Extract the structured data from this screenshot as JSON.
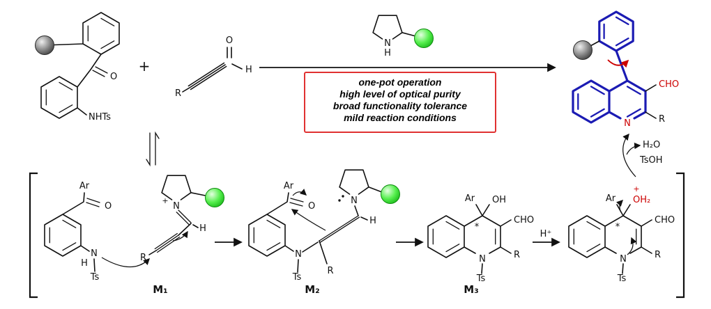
{
  "scheme": {
    "plus": "+",
    "reagent1": {
      "o": "O",
      "nhts": "NHTs"
    },
    "ynal": {
      "o": "O",
      "h": "H",
      "r": "R"
    },
    "catalyst": {
      "n": "N",
      "h": "H"
    },
    "conditions": [
      "one-pot operation",
      "high level of optical purity",
      "broad functionality tolerance",
      "mild reaction conditions"
    ],
    "product": {
      "cho": "CHO",
      "r": "R",
      "n": "N"
    },
    "elimination": {
      "h2o": "H₂O",
      "tsoh": "TsOH"
    }
  },
  "mechanism": {
    "m1": {
      "ar": "Ar",
      "o": "O",
      "n": "N",
      "h": "H",
      "ts": "Ts",
      "n_pyr": "N",
      "plus": "+",
      "h_vinyl": "H",
      "r": "R",
      "label": "M₁"
    },
    "m2": {
      "ar": "Ar",
      "o": "O",
      "n": "N",
      "ts": "Ts",
      "r": "R",
      "h_vinyl": "H",
      "n_pyr": "N",
      "label": "M₂"
    },
    "m3": {
      "ar": "Ar",
      "oh": "OH",
      "star": "*",
      "cho": "CHO",
      "n": "N",
      "ts": "Ts",
      "r": "R",
      "label": "M₃"
    },
    "h_plus": "H⁺",
    "m4": {
      "ar": "Ar",
      "oh2": "OH₂",
      "plus": "+",
      "star": "*",
      "cho": "CHO",
      "n": "N",
      "ts": "Ts",
      "r": "R"
    }
  },
  "colors": {
    "highlight_blue": "#1b1bb3",
    "accent_red": "#cc0000",
    "box_border_red": "#e03131",
    "sphere_green": "#3fe43f",
    "sphere_gray": "#777777"
  }
}
